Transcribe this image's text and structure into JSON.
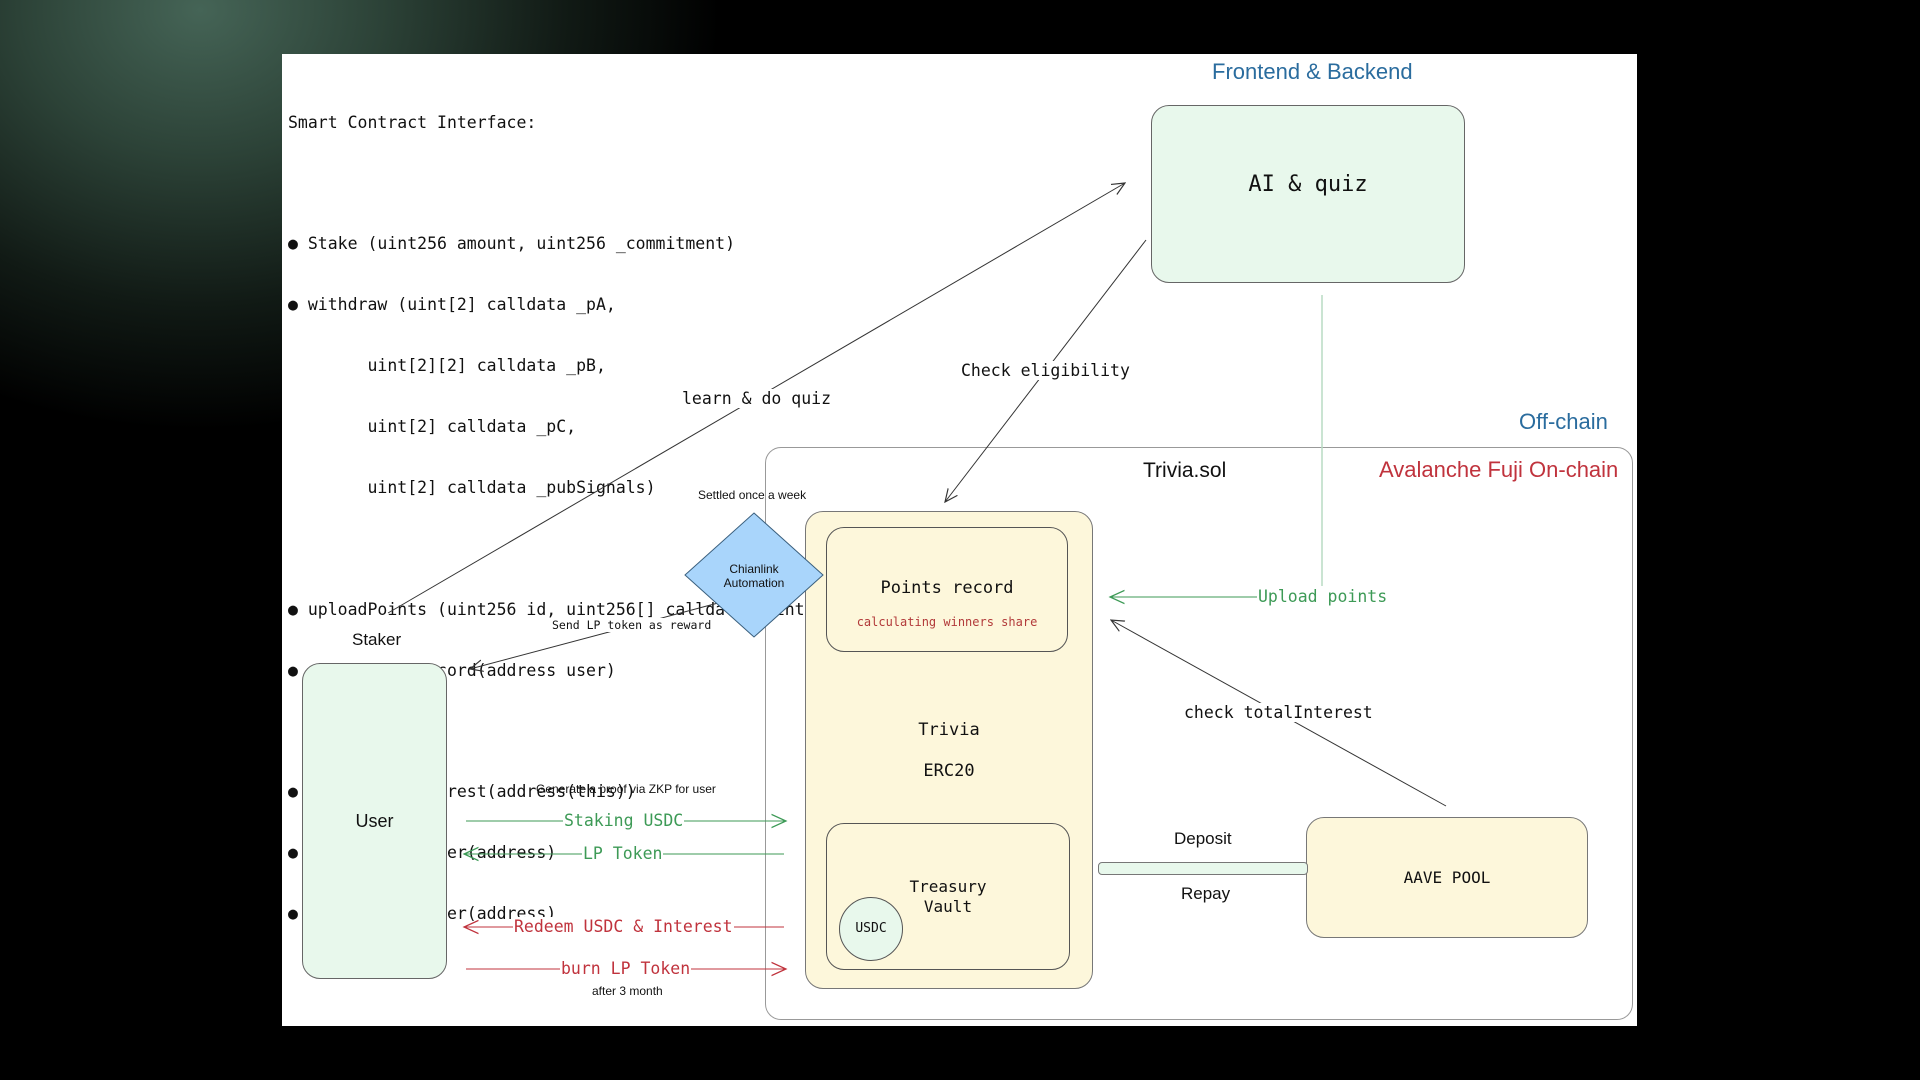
{
  "interface": {
    "title": "Smart Contract Interface:",
    "lines": [
      "",
      "● Stake (uint256 amount, uint256 _commitment)",
      "● withdraw (uint[2] calldata _pA,",
      "        uint[2][2] calldata _pB,",
      "        uint[2] calldata _pC,",
      "        uint[2] calldata _pubSignals)",
      "",
      "● uploadPoints (uint256 id, uint256[] calldata points)",
      "● checkPointsRecord(address user)",
      "",
      "● checktotalInterest(address(this))",
      "● checkStakeByUser(address)",
      "● checkPrizeByUser(address)"
    ]
  },
  "zones": {
    "frontend": "Frontend & Backend",
    "offchain": "Off-chain",
    "onchain": "Avalanche Fuji On-chain",
    "contract": "Trivia.sol"
  },
  "colors": {
    "blue_label": "#2a6c9e",
    "red_label": "#c0333d",
    "green_flow": "#3d9a56",
    "red_flow": "#c0333d",
    "green_fill": "#e8f8ec",
    "cream_fill": "#fdf7db",
    "diamond_fill": "#a9d5fb"
  },
  "nodes": {
    "ai_quiz": "AI & quiz",
    "staker_caption": "Staker",
    "user": "User",
    "chainlink": [
      "Chianlink",
      "Automation"
    ],
    "chainlink_caption": "Settled once a week",
    "points_record": "Points record",
    "points_sub": "calculating winners share",
    "trivia": "Trivia",
    "erc20": "ERC20",
    "treasury": [
      "Treasury",
      "Vault"
    ],
    "usdc": "USDC",
    "aave": "AAVE POOL"
  },
  "edges": {
    "learn_quiz": "learn & do quiz",
    "check_eligibility": "Check eligibility",
    "upload_points": "Upload points",
    "check_interest": "check totalInterest",
    "send_lp": "Send LP token as reward",
    "zkp_note": "Generate a proof via ZKP for user",
    "staking": "Staking USDC",
    "lp_token": "LP Token",
    "redeem": "Redeem USDC & Interest",
    "burn": "burn LP Token",
    "burn_note": "after 3 month",
    "deposit": "Deposit",
    "repay": "Repay"
  }
}
